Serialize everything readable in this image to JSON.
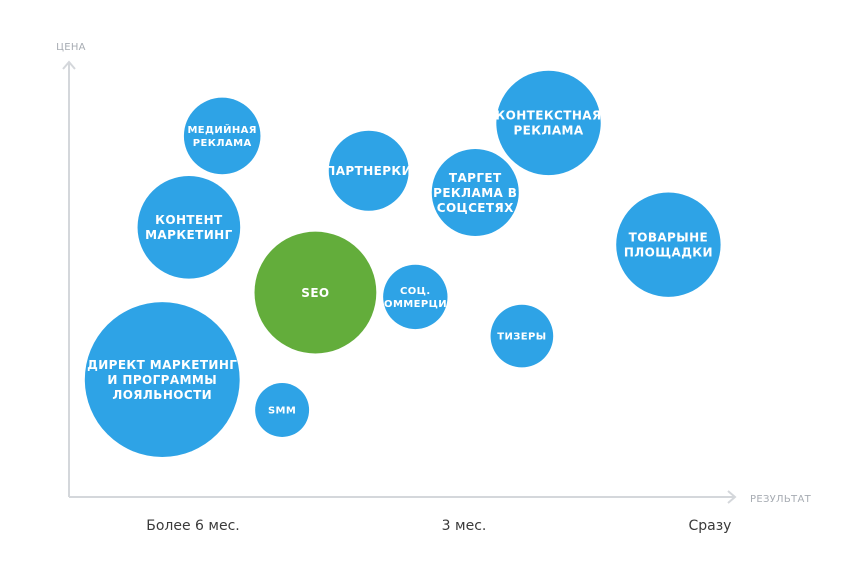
{
  "chart_data": {
    "type": "scatter",
    "title": "",
    "xlabel": "РЕЗУЛЬТАТ",
    "ylabel": "ЦЕНА",
    "x_tick_labels": [
      "Более 6 мес.",
      "3 мес.",
      "Сразу"
    ],
    "colors": {
      "bubble": "#2ea3e6",
      "highlight": "#63ad3b",
      "axis": "#d4d7db"
    },
    "grid": false,
    "legend": "none",
    "points": [
      {
        "label": [
          "МЕДИЙНАЯ",
          "РЕКЛАМА"
        ],
        "x": 0.23,
        "y": 0.83,
        "size": 0.44,
        "color": "#2ea3e6"
      },
      {
        "label": [
          "КОНТЕКСТНАЯ",
          "РЕКЛАМА"
        ],
        "x": 0.72,
        "y": 0.86,
        "size": 0.6,
        "color": "#2ea3e6"
      },
      {
        "label": [
          "ПАРТНЕРКИ"
        ],
        "x": 0.45,
        "y": 0.75,
        "size": 0.46,
        "color": "#2ea3e6"
      },
      {
        "label": [
          "ТАРГЕТ",
          "РЕКЛАМА В",
          "СОЦСЕТЯХ"
        ],
        "x": 0.61,
        "y": 0.7,
        "size": 0.5,
        "color": "#2ea3e6"
      },
      {
        "label": [
          "КОНТЕНТ",
          "МАРКЕТИНГ"
        ],
        "x": 0.18,
        "y": 0.62,
        "size": 0.59,
        "color": "#2ea3e6"
      },
      {
        "label": [
          "ТОВАРЫНЕ",
          "ПЛОЩАДКИ"
        ],
        "x": 0.9,
        "y": 0.58,
        "size": 0.6,
        "color": "#2ea3e6"
      },
      {
        "label": [
          "SEO"
        ],
        "x": 0.37,
        "y": 0.47,
        "size": 0.7,
        "color": "#63ad3b"
      },
      {
        "label": [
          "СОЦ.",
          "КОММЕРЦИЯ"
        ],
        "x": 0.52,
        "y": 0.46,
        "size": 0.37,
        "color": "#2ea3e6"
      },
      {
        "label": [
          "ТИЗЕРЫ"
        ],
        "x": 0.68,
        "y": 0.37,
        "size": 0.36,
        "color": "#2ea3e6"
      },
      {
        "label": [
          "ДИРЕКТ МАРКЕТИНГ",
          "И ПРОГРАММЫ",
          "ЛОЯЛЬНОСТИ"
        ],
        "x": 0.14,
        "y": 0.27,
        "size": 0.89,
        "color": "#2ea3e6"
      },
      {
        "label": [
          "SMM"
        ],
        "x": 0.32,
        "y": 0.2,
        "size": 0.31,
        "color": "#2ea3e6"
      }
    ]
  }
}
